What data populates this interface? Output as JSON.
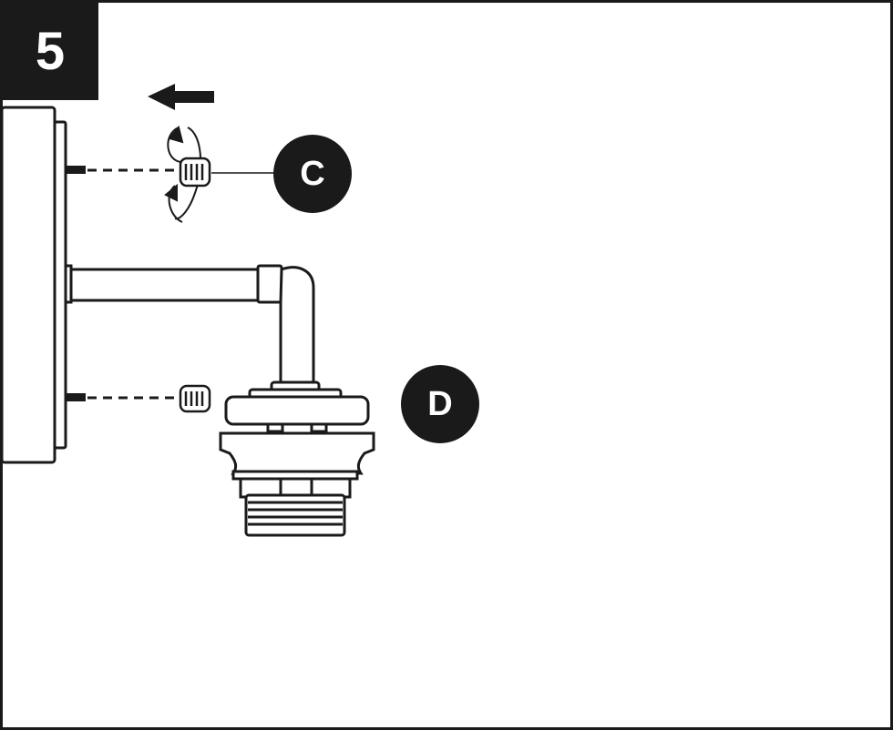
{
  "step": {
    "number": "5"
  },
  "callouts": {
    "c": {
      "label": "C"
    },
    "d": {
      "label": "D"
    }
  },
  "colors": {
    "ink": "#1a1a1a",
    "paper": "#ffffff"
  },
  "icons": [
    "left-arrow-icon",
    "rotate-counterclockwise-icon"
  ]
}
